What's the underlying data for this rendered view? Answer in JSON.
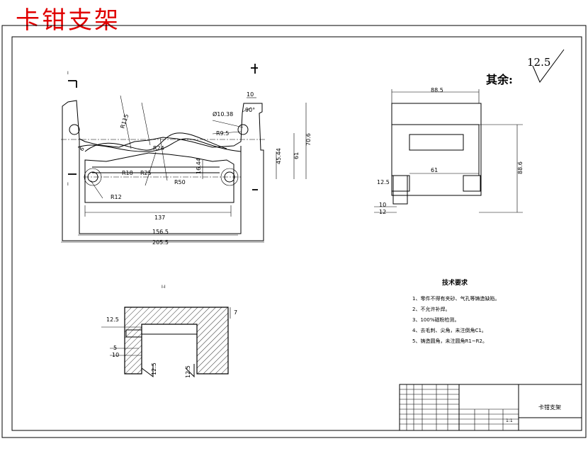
{
  "title": "卡钳支架",
  "surface_note": {
    "label": "其余:",
    "value": "12.5"
  },
  "front_view": {
    "section_mark": "I",
    "dims": {
      "hole_dia": "Ø10.38",
      "angle": "90°",
      "r9_5": "R9.5",
      "r115": "R115",
      "r24": "R24",
      "r18": "R18",
      "r25": "R25",
      "r50": "R50",
      "r12": "R12",
      "d10": "10",
      "d70_6": "70.6",
      "d61": "61",
      "d45_44": "45.44",
      "d16_44": "16.44",
      "d137": "137",
      "d156_5": "156.5",
      "d205_5": "205.5",
      "d6": "6"
    }
  },
  "side_view": {
    "dims": {
      "d88_5": "88.5",
      "d61": "61",
      "d88_6": "88.6",
      "rough": "12.5",
      "d10": "10",
      "d12": "12"
    }
  },
  "section_view": {
    "label": "I-I",
    "dims": {
      "rough_top": "12.5",
      "d5": "5",
      "d10": "10",
      "rough_a": "12.5",
      "rough_b": "12.5",
      "d7": "7"
    }
  },
  "tech_requirements": {
    "heading": "技术要求",
    "items": [
      "1、零件不得有夹砂、气孔等铸造缺陷。",
      "2、不允许补焊。",
      "3、100%磁粉检测。",
      "4、去毛刺、尖角，未注倒角C1。",
      "5、铸造圆角，未注圆角R1~R2。"
    ]
  },
  "title_block": {
    "part_name": "卡钳支架",
    "scale": "1:1"
  }
}
